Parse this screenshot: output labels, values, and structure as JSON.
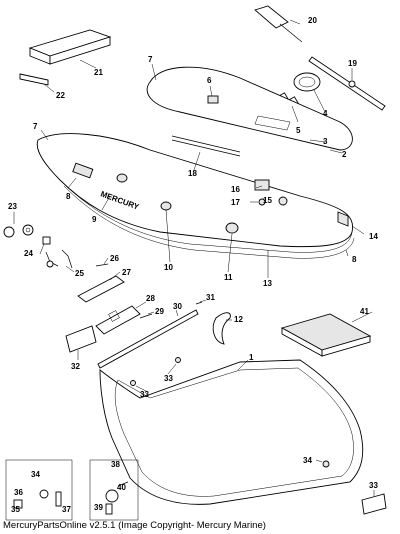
{
  "labels": {
    "p1": "1",
    "p2": "2",
    "p3": "3",
    "p4": "4",
    "p5": "5",
    "p6": "6",
    "p7a": "7",
    "p7b": "7",
    "p8a": "8",
    "p8b": "8",
    "p9": "9",
    "p10": "10",
    "p11": "11",
    "p12": "12",
    "p13": "13",
    "p14": "14",
    "p15": "15",
    "p16": "16",
    "p17": "17",
    "p18": "18",
    "p19": "19",
    "p20": "20",
    "p21": "21",
    "p22": "22",
    "p23": "23",
    "p24": "24",
    "p25": "25",
    "p26": "26",
    "p27": "27",
    "p28": "28",
    "p29": "29",
    "p30": "30",
    "p31": "31",
    "p32": "32",
    "p33a": "33",
    "p33b": "33",
    "p33c": "33",
    "p34a": "34",
    "p34b": "34",
    "p35": "35",
    "p36": "36",
    "p37": "37",
    "p38": "38",
    "p39": "39",
    "p40": "40",
    "p41": "41"
  },
  "brand_logo": "MERCURY",
  "footer": "MercuryPartsOnline v2.5.1 (Image Copyright- Mercury Marine)"
}
